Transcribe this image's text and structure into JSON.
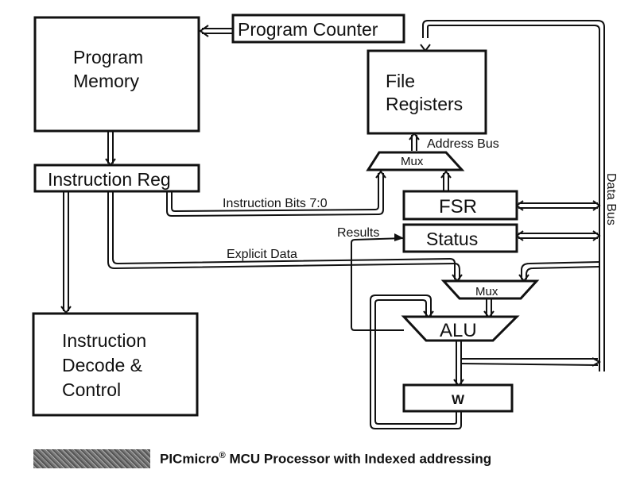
{
  "figure": {
    "title": "PICmicro® MCU Processor with Indexed addressing",
    "title_main": "PICmicro",
    "title_reg": "®",
    "title_rest": " MCU Processor with Indexed addressing"
  },
  "blocks": {
    "program_counter": "Program Counter",
    "program_memory_l1": "Program",
    "program_memory_l2": "Memory",
    "instruction_reg": "Instruction Reg",
    "decode_l1": "Instruction",
    "decode_l2": "Decode &",
    "decode_l3": "Control",
    "file_registers_l1": "File",
    "file_registers_l2": "Registers",
    "addr_mux": "Mux",
    "fsr": "FSR",
    "status": "Status",
    "alu_mux": "Mux",
    "alu": "ALU",
    "w": "W"
  },
  "signals": {
    "address_bus": "Address Bus",
    "instruction_bits": "Instruction Bits 7:0",
    "results": "Results",
    "explicit_data": "Explicit Data",
    "data_bus": "Data Bus"
  }
}
